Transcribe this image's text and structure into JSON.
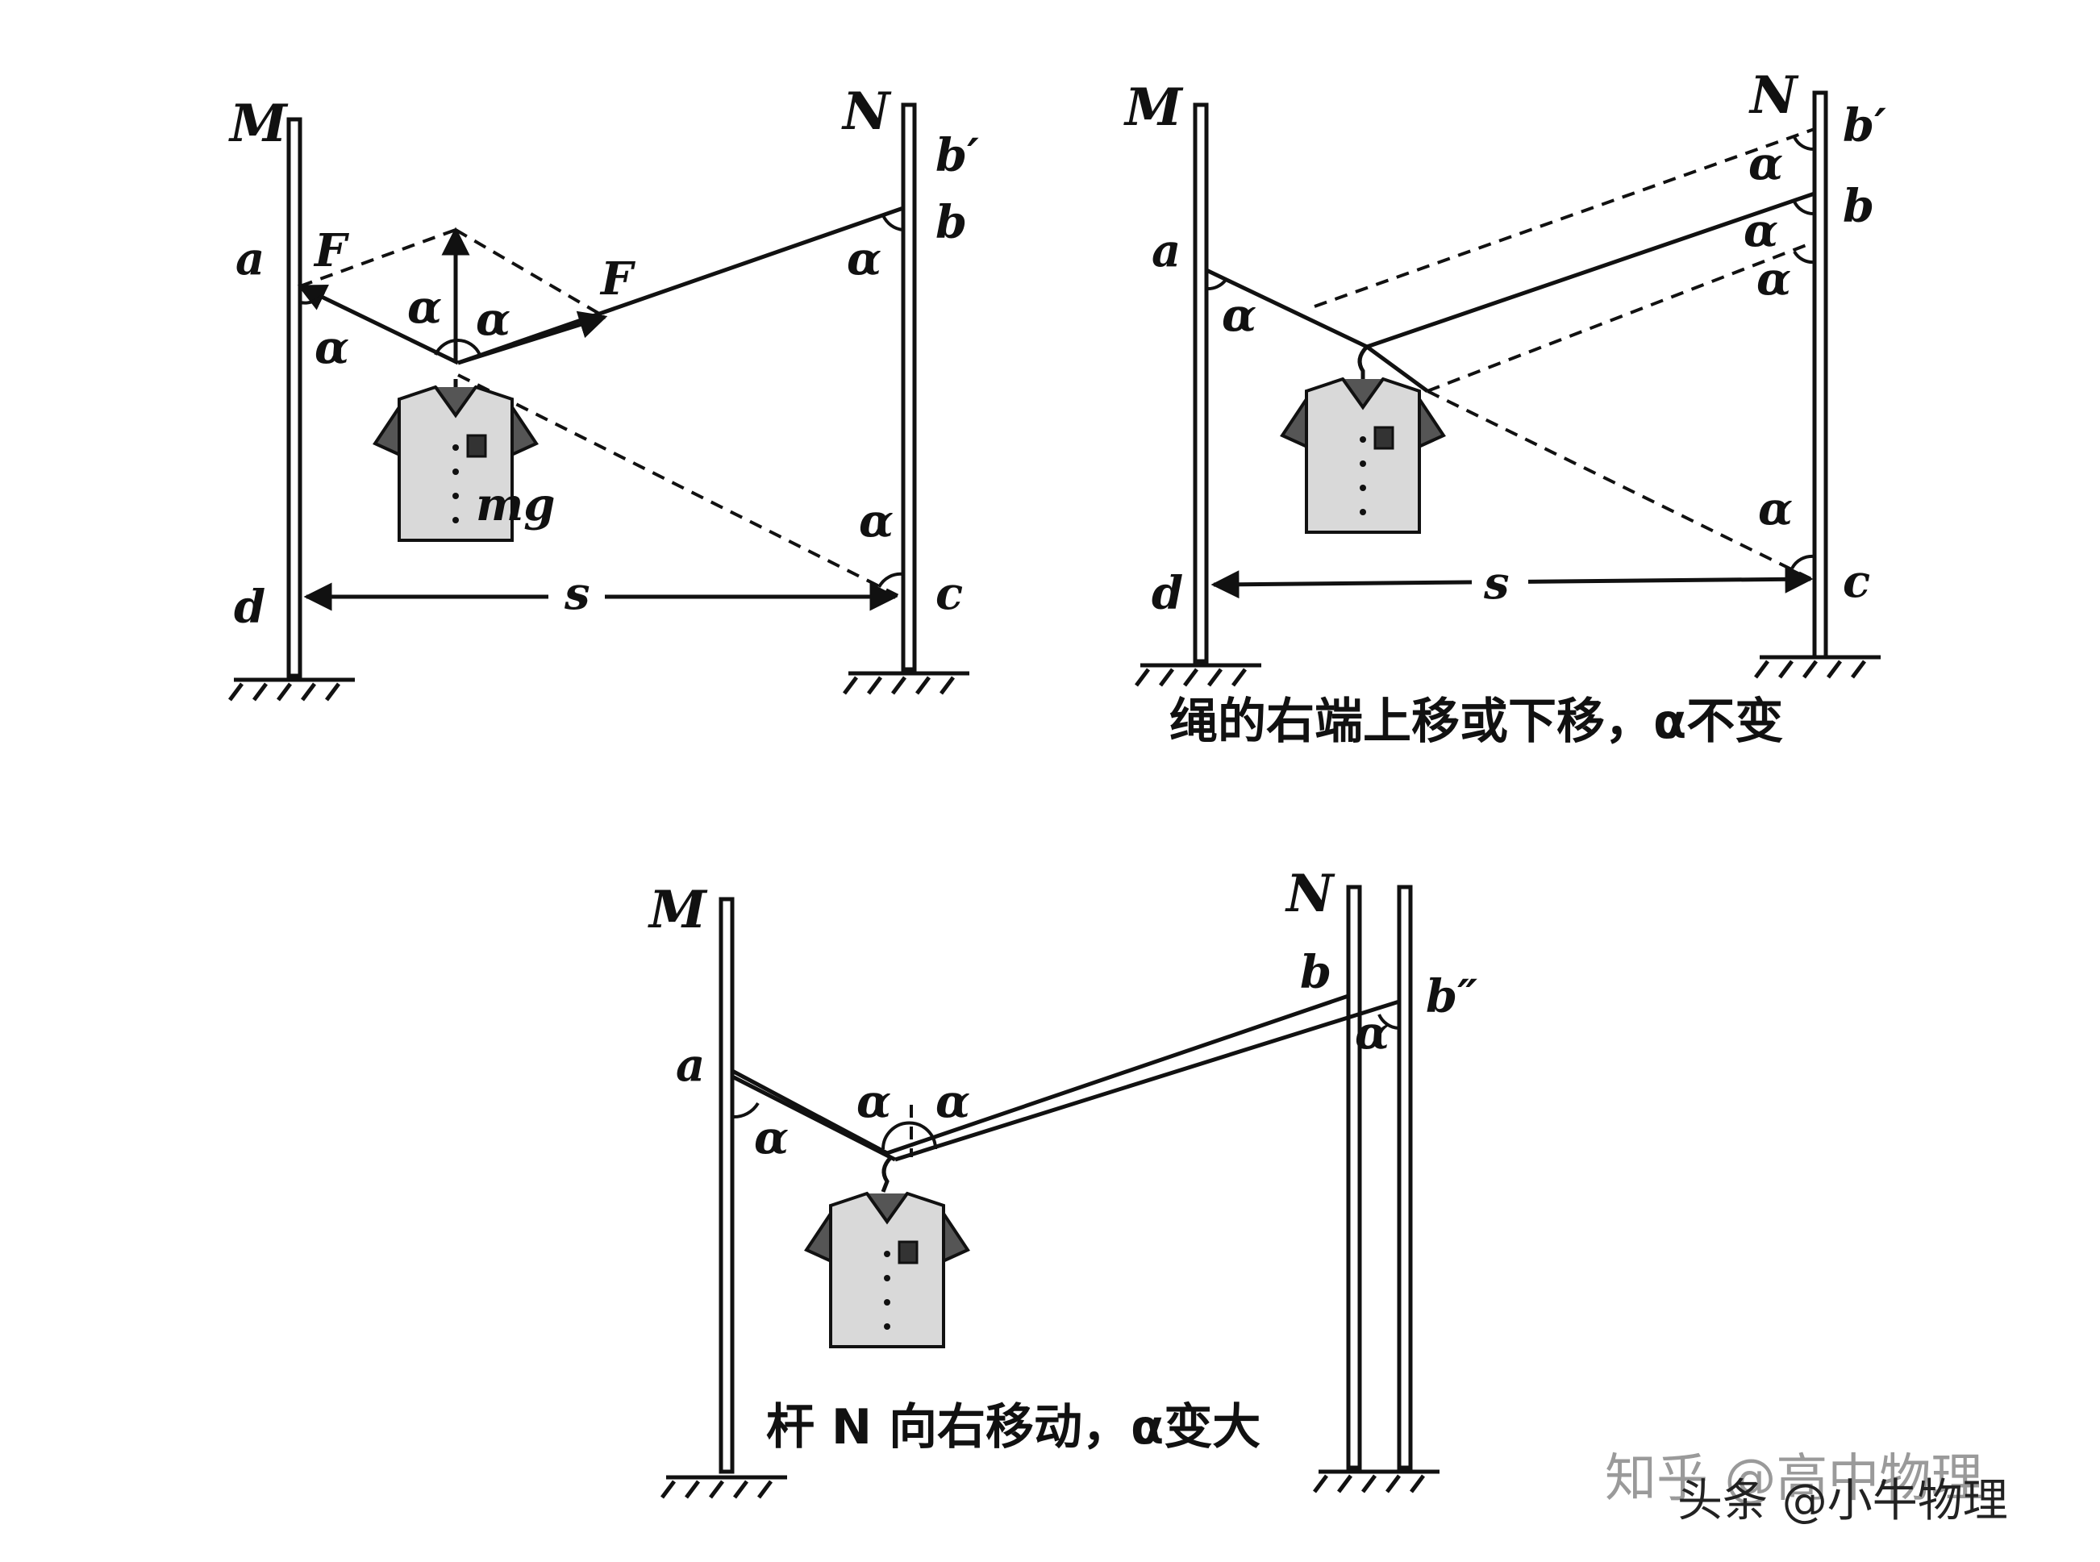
{
  "labels": {
    "M": "M",
    "N": "N",
    "a": "a",
    "b": "b",
    "b_prime": "b′",
    "b_double_prime": "b″",
    "c": "c",
    "d": "d",
    "s": "s",
    "F": "F",
    "mg": "mg",
    "alpha": "α"
  },
  "captions": {
    "panel2": "绳的右端上移或下移，α不变",
    "panel3": "杆 N 向右移动，α变大"
  },
  "watermark": {
    "line1": "知乎 @高中物理",
    "line2": "头条 @小牛物理"
  }
}
